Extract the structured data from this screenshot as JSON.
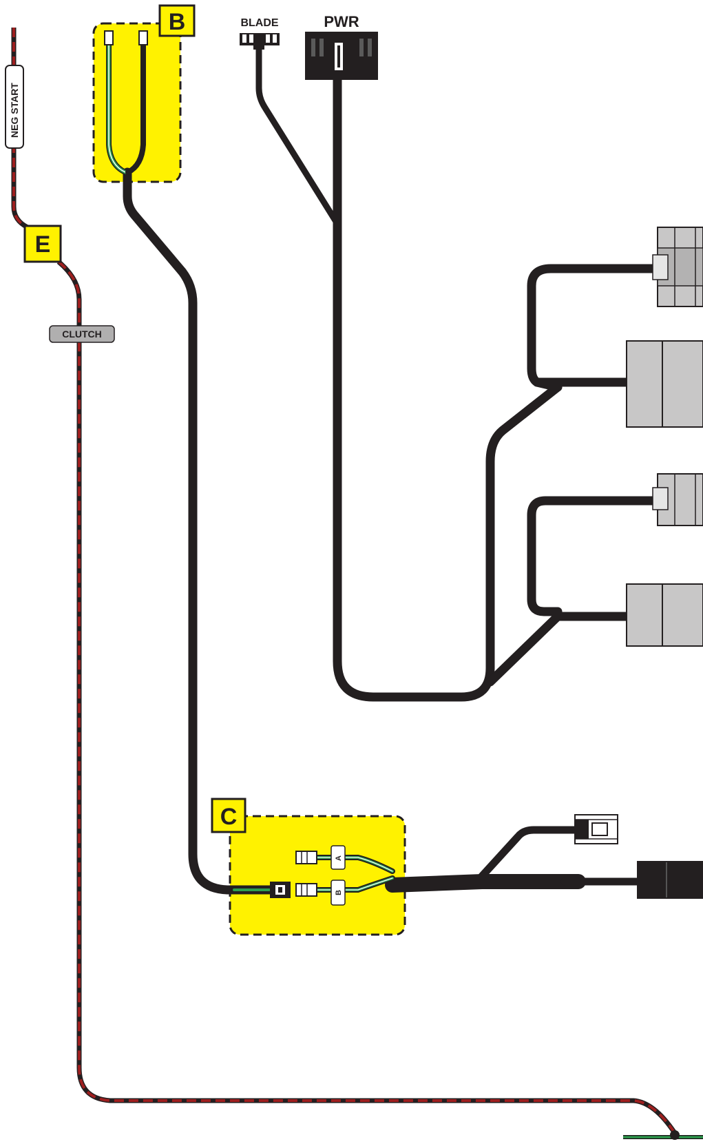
{
  "callouts": {
    "b": "B",
    "c": "C",
    "e": "E"
  },
  "labels": {
    "blade": "BLADE",
    "pwr": "PWR",
    "neg_start": "NEG START",
    "clutch": "CLUTCH",
    "pin_a": "A",
    "pin_b": "B"
  },
  "colors": {
    "wire": "#231f20",
    "connector_gray": "#c8c7c7",
    "highlight_yellow": "#fff200",
    "dashed_wire_red": "#8b1c1c",
    "green_stripe": "#2e9e4f",
    "callout_border": "#231f20"
  }
}
